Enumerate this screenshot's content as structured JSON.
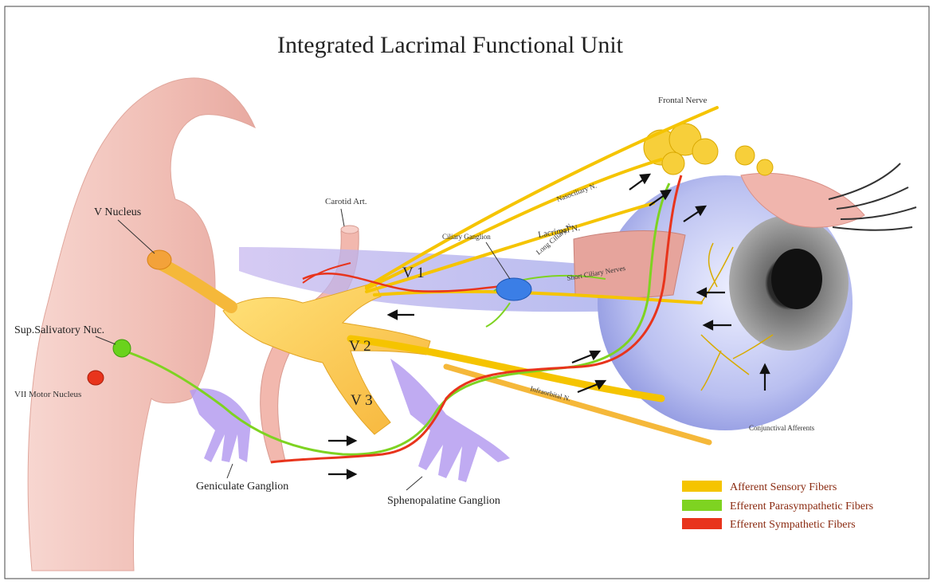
{
  "title": "Integrated Lacrimal Functional Unit",
  "labels": {
    "frontal_nerve": "Frontal Nerve",
    "nasociliary_n": "Nasociliary N.",
    "lacrimal_n": "Lacrimal N.",
    "carotid_art": "Carotid Art.",
    "v_nucleus": "V Nucleus",
    "ciliary_ganglion": "Ciliary Ganglion",
    "v1": "V 1",
    "v2": "V 2",
    "v3": "V 3",
    "long_ciliary_nerves": "Long Ciliary N.",
    "short_ciliary_nerves": "Short Ciliary Nerves",
    "sup_salivatory_nuc": "Sup.Salivatory Nuc.",
    "vii_motor_nucleus": "VII Motor Nucleus",
    "infraorbital_n": "Infraorbital N.",
    "conjunctival_afferents": "Conjunctival Afferents",
    "geniculate_ganglion": "Geniculate Ganglion",
    "sphenopalatine_ganglion": "Sphenopalatine Ganglion"
  },
  "legend": [
    {
      "label": "Afferent Sensory Fibers",
      "color": "#f5c400"
    },
    {
      "label": "Efferent Parasympathetic Fibers",
      "color": "#7ed321"
    },
    {
      "label": "Efferent Sympathetic Fibers",
      "color": "#e8341c"
    }
  ],
  "colors": {
    "sensory": "#f5c400",
    "parasympathetic": "#7ed321",
    "sympathetic": "#e8341c",
    "brainstem": "#f3c4bd",
    "eye": "#c9cdf3",
    "iris": "#7a7a7a"
  }
}
